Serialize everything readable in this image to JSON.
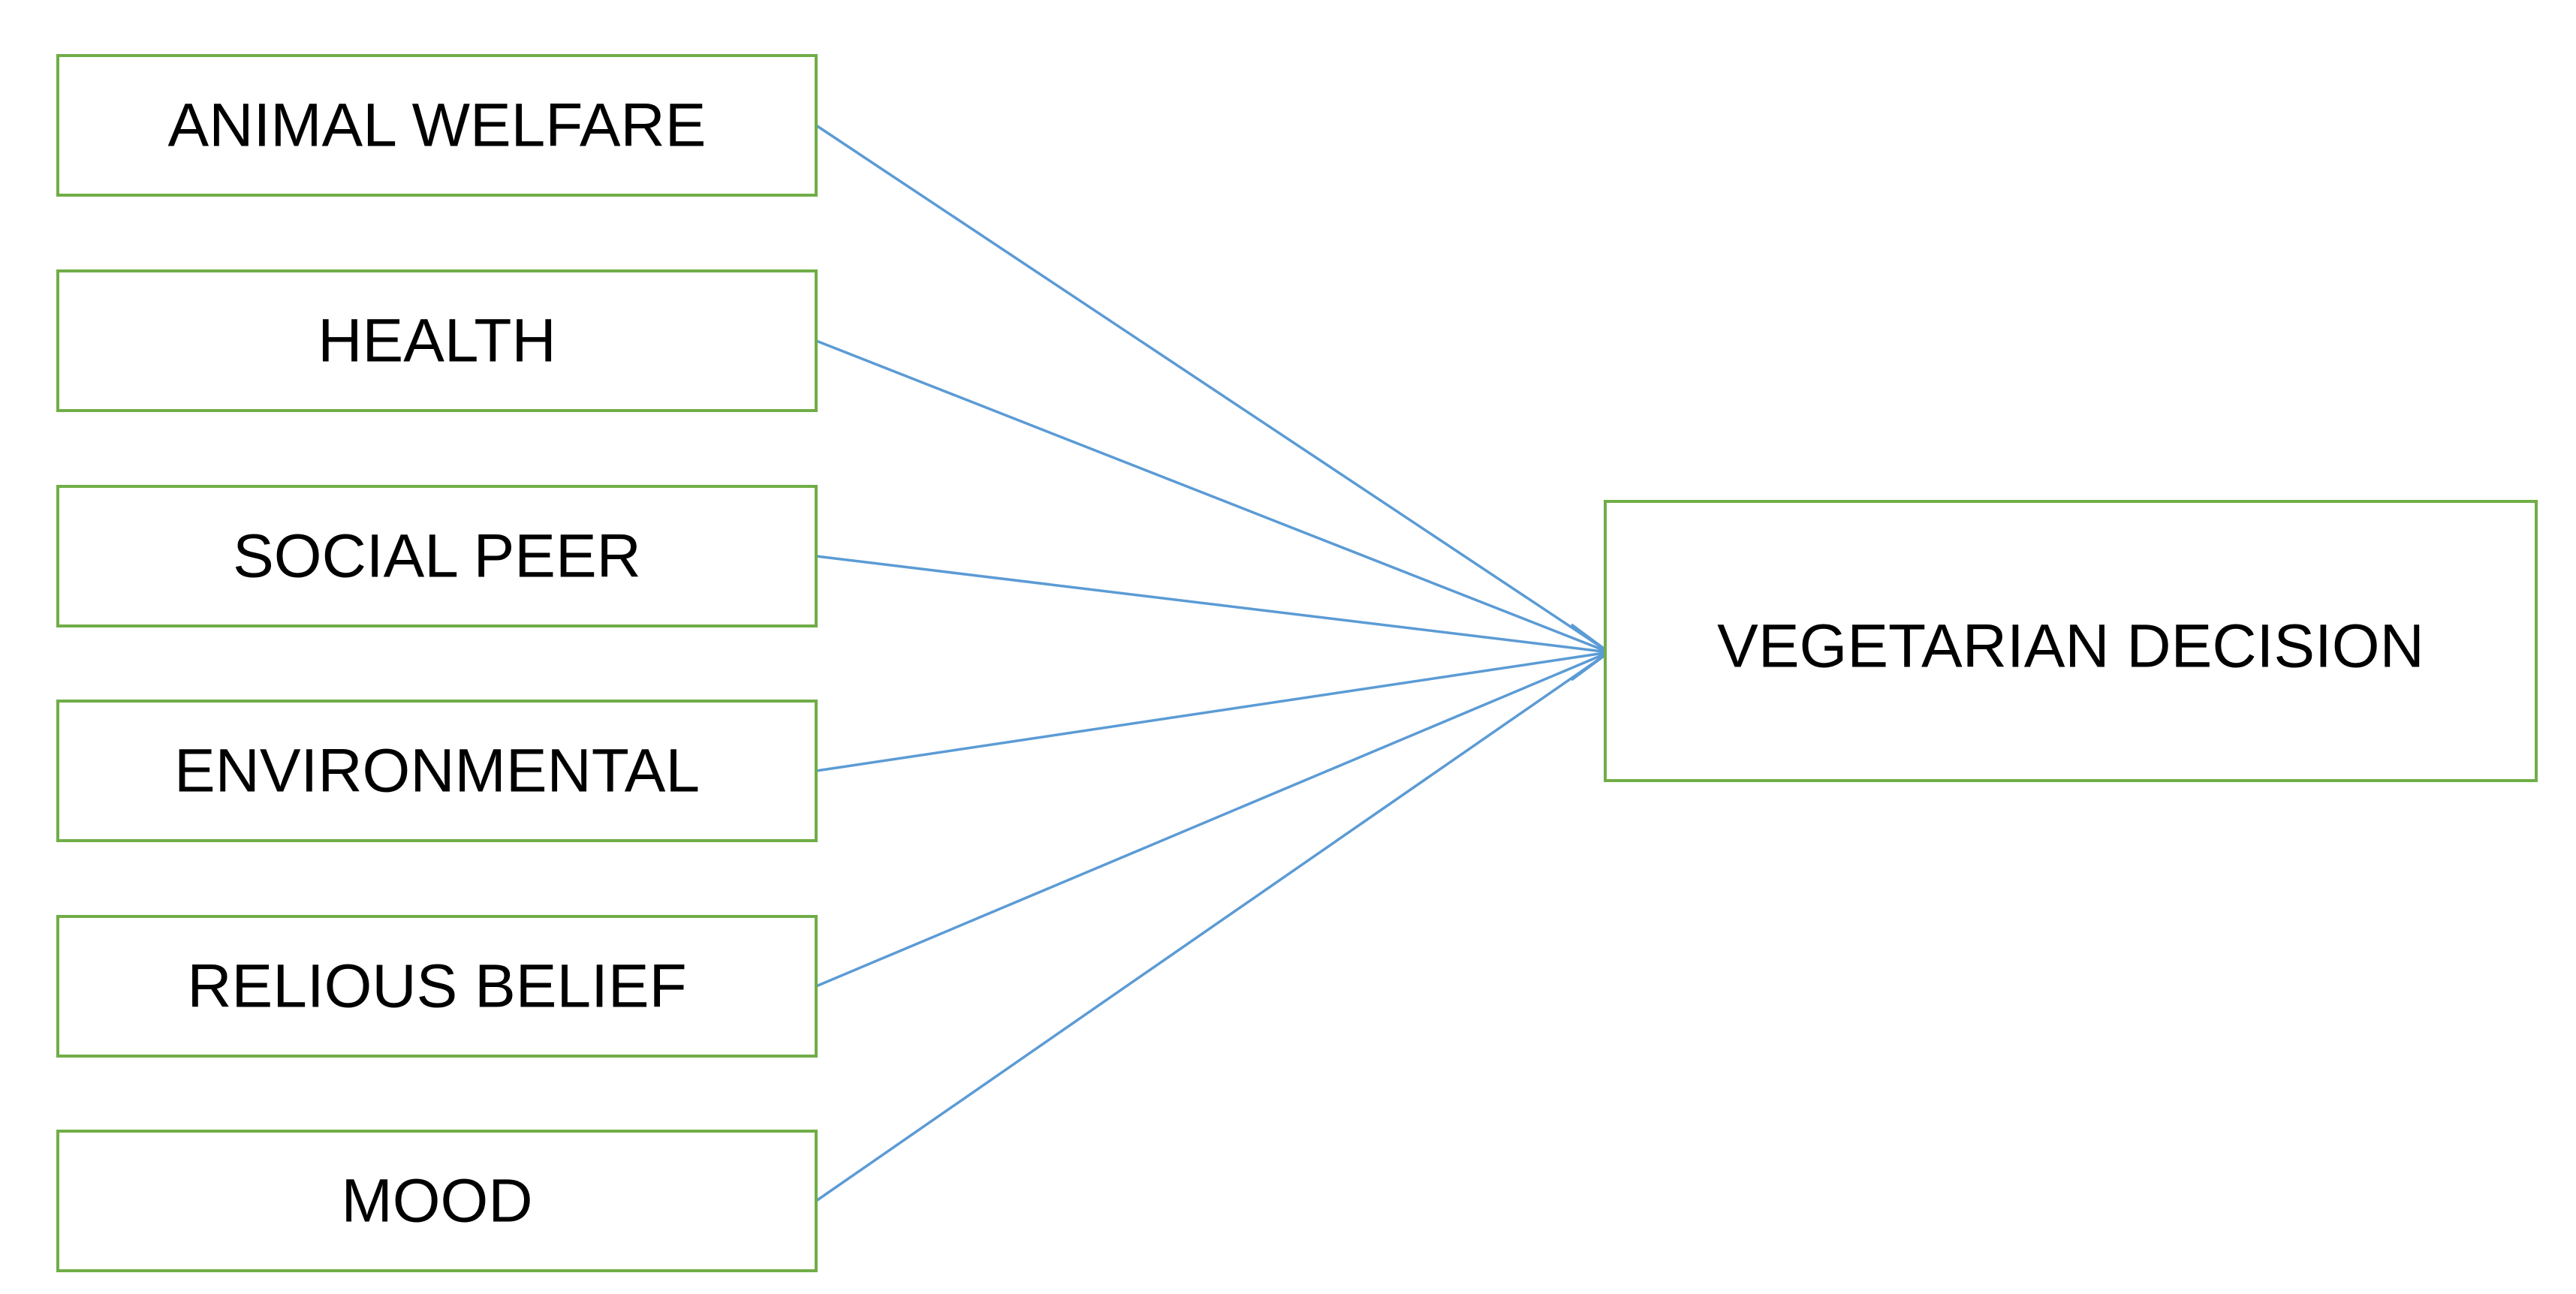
{
  "diagram": {
    "sources": [
      {
        "id": "animal-welfare",
        "label": "ANIMAL WELFARE"
      },
      {
        "id": "health",
        "label": "HEALTH"
      },
      {
        "id": "social-peer",
        "label": "SOCIAL PEER"
      },
      {
        "id": "environmental",
        "label": "ENVIRONMENTAL"
      },
      {
        "id": "relious-belief",
        "label": "RELIOUS BELIEF"
      },
      {
        "id": "mood",
        "label": "MOOD"
      }
    ],
    "target": {
      "id": "vegetarian-decision",
      "label": "VEGETARIAN DECISION"
    },
    "edges": [
      {
        "from": "animal-welfare",
        "to": "vegetarian-decision"
      },
      {
        "from": "health",
        "to": "vegetarian-decision"
      },
      {
        "from": "social-peer",
        "to": "vegetarian-decision"
      },
      {
        "from": "environmental",
        "to": "vegetarian-decision"
      },
      {
        "from": "relious-belief",
        "to": "vegetarian-decision"
      },
      {
        "from": "mood",
        "to": "vegetarian-decision"
      }
    ],
    "colors": {
      "box_border": "#70ad47",
      "arrow": "#5b9bd5",
      "text": "#000000",
      "background": "#ffffff"
    }
  }
}
